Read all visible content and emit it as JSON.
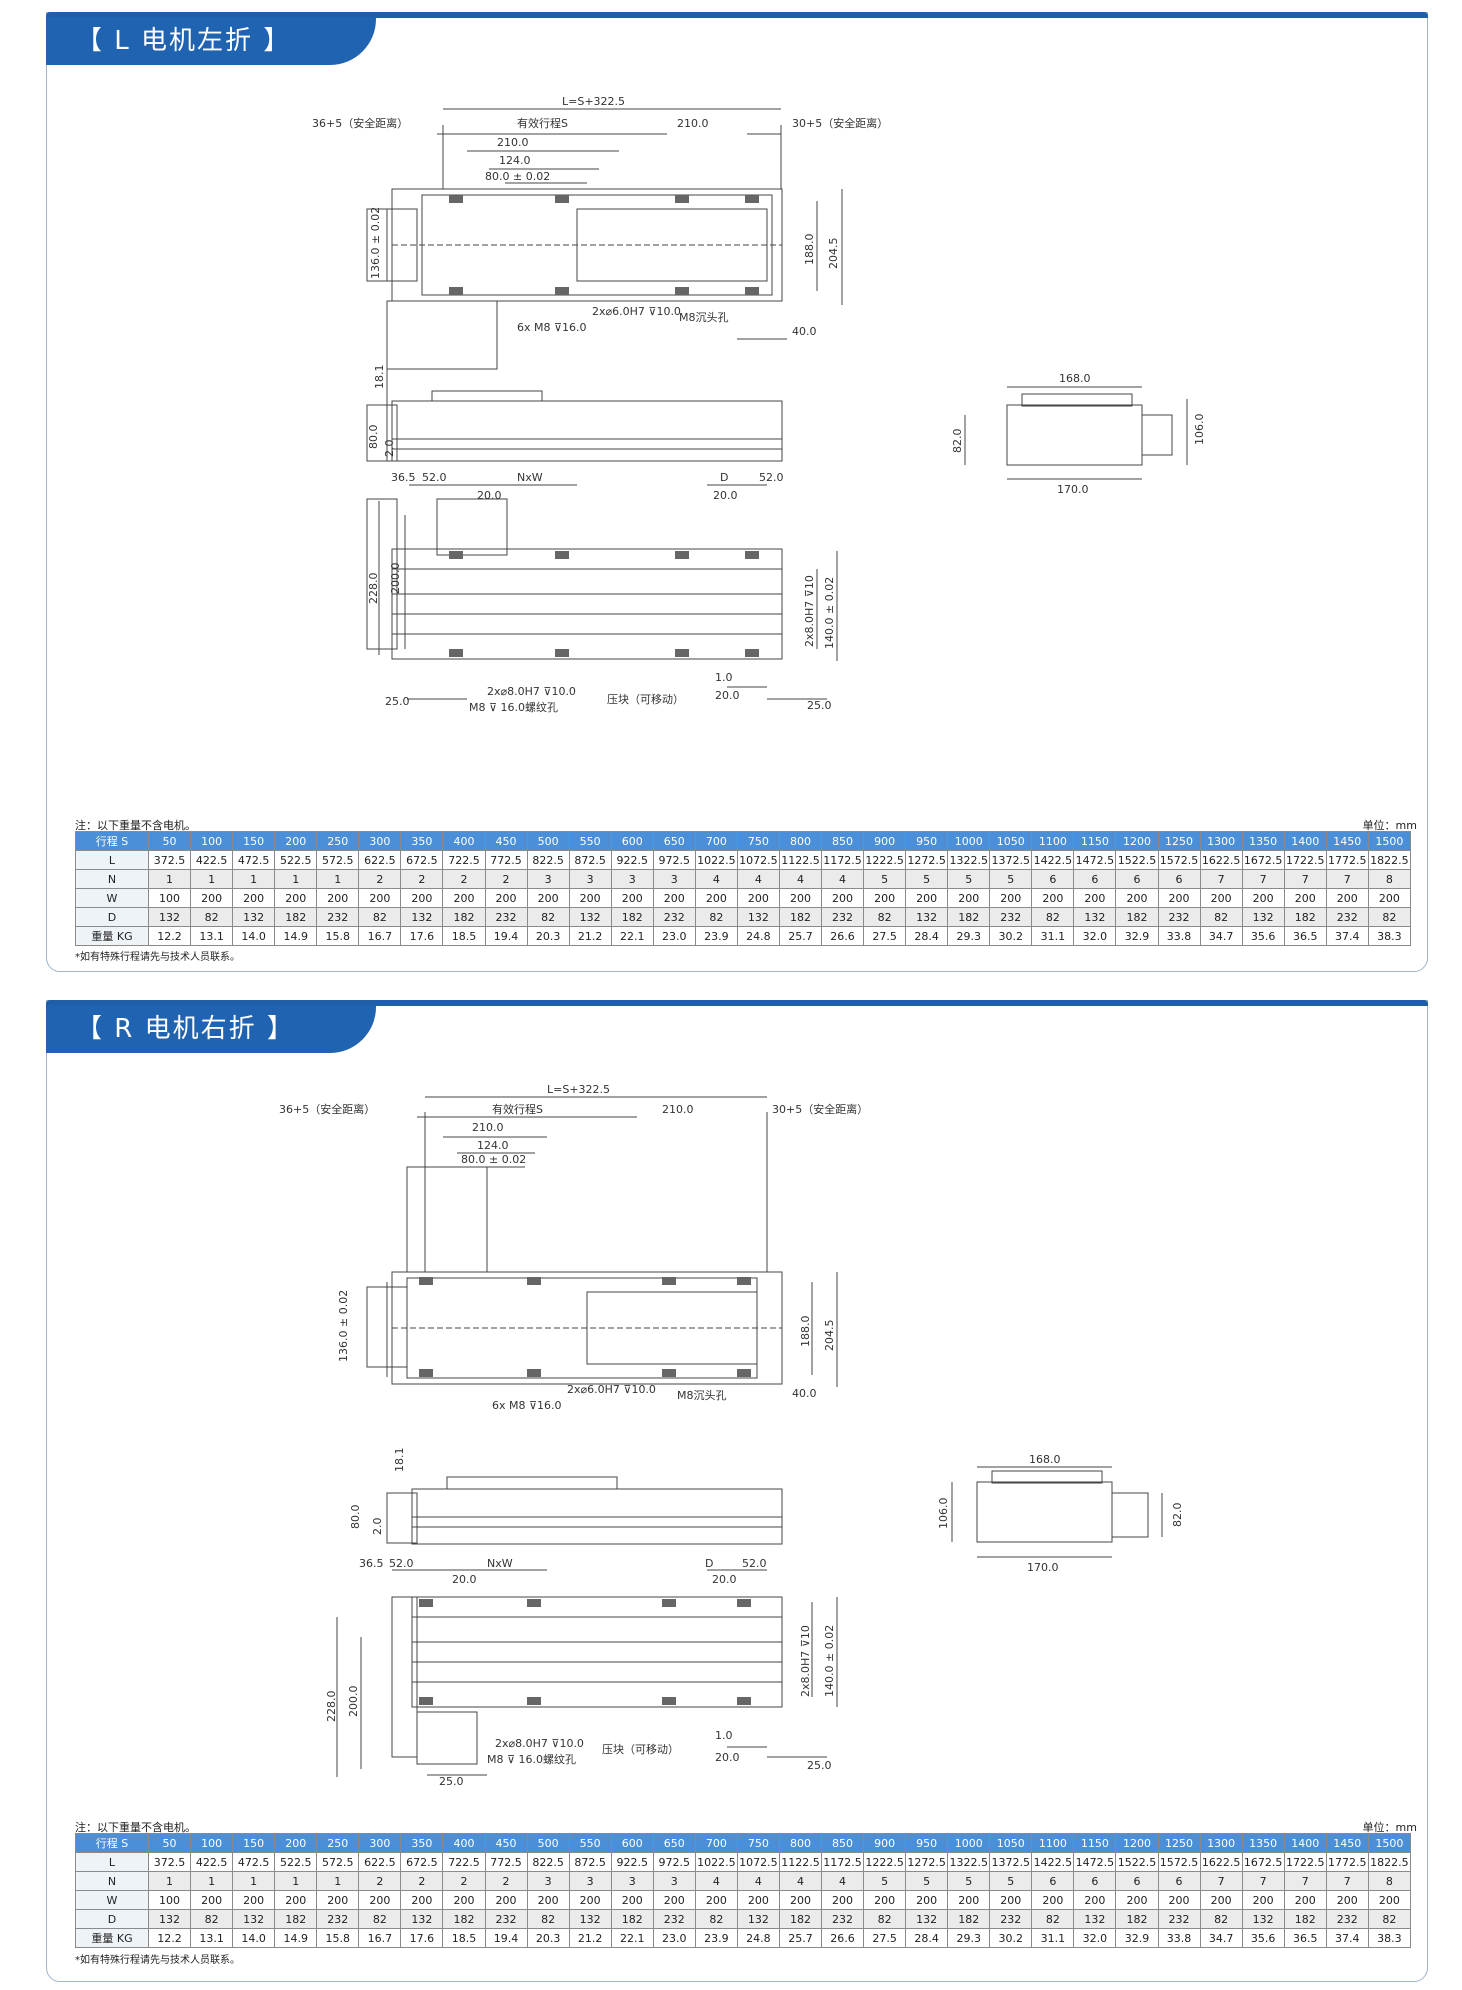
{
  "sections": [
    {
      "title": "【 L  电机左折 】",
      "dims": {
        "total": "L=S+322.5",
        "safe_left": "36+5（安全距离）",
        "stroke": "有效行程S",
        "d210_left": "210.0",
        "d210_right": "210.0",
        "safe_right": "30+5（安全距离）",
        "d124": "124.0",
        "d80": "80.0 ± 0.02",
        "d136": "136.0 ± 0.02",
        "d188": "188.0",
        "d204": "204.5",
        "d40": "40.0",
        "m8_sink": "M8沉头孔",
        "pin_top": "2x⌀6.0H7 ⊽10.0",
        "m8_6x": "6x M8 ⊽16.0",
        "d18": "18.1",
        "d80h": "80.0",
        "d2": "2.0",
        "d168": "168.0",
        "d82": "82.0",
        "d106": "106.0",
        "d170": "170.0",
        "d36": "36.5",
        "d52l": "52.0",
        "nxw": "NxW",
        "dd": "D",
        "d52r": "52.0",
        "d20a": "20.0",
        "d20b": "20.0",
        "d228": "228.0",
        "d200": "200.0",
        "pin_side": "2x8.0H7 ⊽10",
        "d140": "140.0 ± 0.02",
        "d1": "1.0",
        "d20c": "20.0",
        "d25l": "25.0",
        "d25r": "25.0",
        "pin_bot": "2x⌀8.0H7 ⊽10.0",
        "m8_thread": "M8 ⊽ 16.0螺纹孔",
        "slider": "压块（可移动）"
      }
    },
    {
      "title": "【 R  电机右折 】",
      "dims": {
        "total": "L=S+322.5",
        "safe_left": "36+5（安全距离）",
        "stroke": "有效行程S",
        "d210_left": "210.0",
        "d210_right": "210.0",
        "safe_right": "30+5（安全距离）",
        "d124": "124.0",
        "d80": "80.0 ± 0.02",
        "d136": "136.0 ± 0.02",
        "d188": "188.0",
        "d204": "204.5",
        "d40": "40.0",
        "m8_sink": "M8沉头孔",
        "pin_top": "2x⌀6.0H7 ⊽10.0",
        "m8_6x": "6x M8 ⊽16.0",
        "d18": "18.1",
        "d80h": "80.0",
        "d2": "2.0",
        "d168": "168.0",
        "d82": "82.0",
        "d106": "106.0",
        "d170": "170.0",
        "d36": "36.5",
        "d52l": "52.0",
        "nxw": "NxW",
        "dd": "D",
        "d52r": "52.0",
        "d20a": "20.0",
        "d20b": "20.0",
        "d228": "228.0",
        "d200": "200.0",
        "pin_side": "2x8.0H7 ⊽10",
        "d140": "140.0 ± 0.02",
        "d1": "1.0",
        "d20c": "20.0",
        "d25l": "25.0",
        "d25r": "25.0",
        "pin_bot": "2x⌀8.0H7 ⊽10.0",
        "m8_thread": "M8 ⊽ 16.0螺纹孔",
        "slider": "压块（可移动）"
      }
    }
  ],
  "note": "注：以下重量不含电机。",
  "unit": "单位：mm",
  "footnote": "*如有特殊行程请先与技术人员联系。",
  "table": {
    "rows": [
      {
        "label": "行程 S",
        "values": [
          "50",
          "100",
          "150",
          "200",
          "250",
          "300",
          "350",
          "400",
          "450",
          "500",
          "550",
          "600",
          "650",
          "700",
          "750",
          "800",
          "850",
          "900",
          "950",
          "1000",
          "1050",
          "1100",
          "1150",
          "1200",
          "1250",
          "1300",
          "1350",
          "1400",
          "1450",
          "1500"
        ]
      },
      {
        "label": "L",
        "values": [
          "372.5",
          "422.5",
          "472.5",
          "522.5",
          "572.5",
          "622.5",
          "672.5",
          "722.5",
          "772.5",
          "822.5",
          "872.5",
          "922.5",
          "972.5",
          "1022.5",
          "1072.5",
          "1122.5",
          "1172.5",
          "1222.5",
          "1272.5",
          "1322.5",
          "1372.5",
          "1422.5",
          "1472.5",
          "1522.5",
          "1572.5",
          "1622.5",
          "1672.5",
          "1722.5",
          "1772.5",
          "1822.5"
        ]
      },
      {
        "label": "N",
        "values": [
          "1",
          "1",
          "1",
          "1",
          "1",
          "2",
          "2",
          "2",
          "2",
          "3",
          "3",
          "3",
          "3",
          "4",
          "4",
          "4",
          "4",
          "5",
          "5",
          "5",
          "5",
          "6",
          "6",
          "6",
          "6",
          "7",
          "7",
          "7",
          "7",
          "8"
        ]
      },
      {
        "label": "W",
        "values": [
          "100",
          "200",
          "200",
          "200",
          "200",
          "200",
          "200",
          "200",
          "200",
          "200",
          "200",
          "200",
          "200",
          "200",
          "200",
          "200",
          "200",
          "200",
          "200",
          "200",
          "200",
          "200",
          "200",
          "200",
          "200",
          "200",
          "200",
          "200",
          "200",
          "200"
        ]
      },
      {
        "label": "D",
        "values": [
          "132",
          "82",
          "132",
          "182",
          "232",
          "82",
          "132",
          "182",
          "232",
          "82",
          "132",
          "182",
          "232",
          "82",
          "132",
          "182",
          "232",
          "82",
          "132",
          "182",
          "232",
          "82",
          "132",
          "182",
          "232",
          "82",
          "132",
          "182",
          "232",
          "82"
        ]
      },
      {
        "label": "重量 KG",
        "values": [
          "12.2",
          "13.1",
          "14.0",
          "14.9",
          "15.8",
          "16.7",
          "17.6",
          "18.5",
          "19.4",
          "20.3",
          "21.2",
          "22.1",
          "23.0",
          "23.9",
          "24.8",
          "25.7",
          "26.6",
          "27.5",
          "28.4",
          "29.3",
          "30.2",
          "31.1",
          "32.0",
          "32.9",
          "33.8",
          "34.7",
          "35.6",
          "36.5",
          "37.4",
          "38.3"
        ]
      }
    ]
  }
}
